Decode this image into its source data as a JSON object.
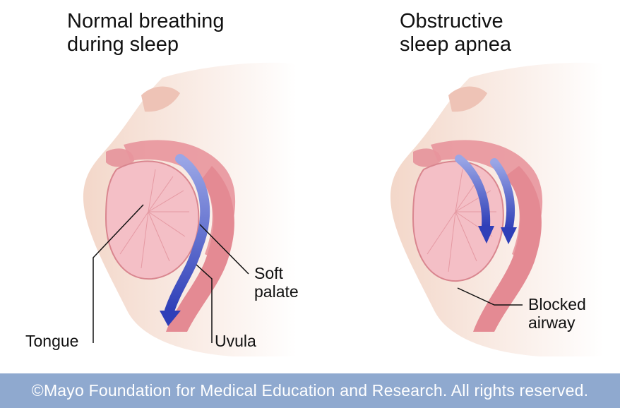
{
  "panels": {
    "left": {
      "title": "Normal breathing\nduring sleep",
      "labels": {
        "tongue": "Tongue",
        "uvula": "Uvula",
        "soft_palate": "Soft\npalate"
      }
    },
    "right": {
      "title": "Obstructive\nsleep apnea",
      "labels": {
        "blocked_airway": "Blocked\nairway"
      }
    }
  },
  "footer": {
    "copyright": "©Mayo Foundation for Medical Education and Research.  All rights reserved."
  },
  "colors": {
    "skin": "#f4d6c8",
    "tissue": "#e7a3a8",
    "tongue": "#f2b8c0",
    "airflow": "#2f3fb8",
    "footer_bg": "#8fa9cf"
  }
}
